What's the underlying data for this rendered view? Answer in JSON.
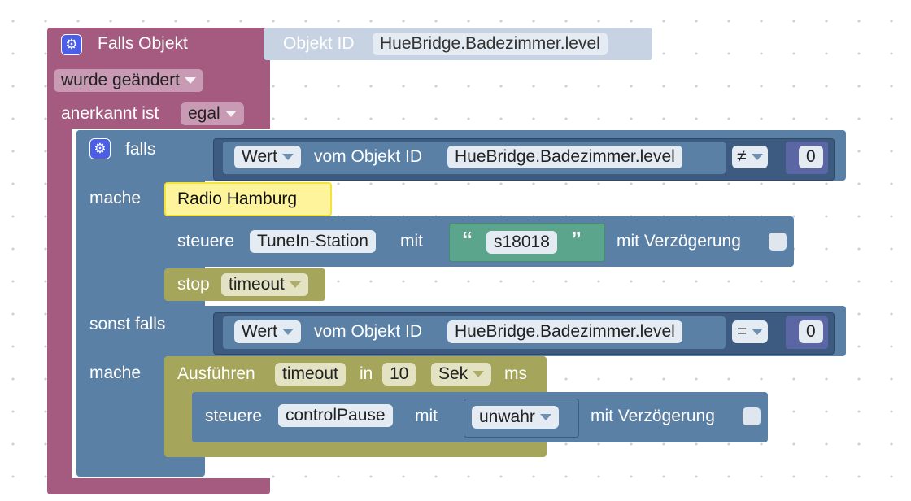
{
  "trigger": {
    "title": "Falls Objekt",
    "object_id_label": "Objekt ID",
    "object_id_value": "HueBridge.Badezimmer.level",
    "changed_select": "wurde geändert",
    "ack_label": "anerkannt ist",
    "ack_select": "egal"
  },
  "if_block": {
    "if_label": "falls",
    "do_label": "mache",
    "elseif_label": "sonst falls",
    "do2_label": "mache",
    "cond1": {
      "value_select": "Wert",
      "from_label": "vom Objekt ID",
      "object_id": "HueBridge.Badezimmer.level",
      "operator": "≠",
      "number": "0"
    },
    "cond2": {
      "value_select": "Wert",
      "from_label": "vom Objekt ID",
      "object_id": "HueBridge.Badezimmer.level",
      "operator": "=",
      "number": "0"
    }
  },
  "branch1": {
    "comment": "Radio Hamburg",
    "control_label": "steuere",
    "control_target": "TuneIn-Station",
    "with_label": "mit",
    "string_value": "s18018",
    "quote_open": "“",
    "quote_close": "”",
    "delay_label": "mit Verzögerung",
    "stop_label": "stop",
    "stop_select": "timeout"
  },
  "branch2": {
    "exec_label": "Ausführen",
    "timeout_name": "timeout",
    "in_label": "in",
    "delay_value": "10",
    "unit_select": "Sek",
    "ms_label": "ms",
    "control_label": "steuere",
    "control_target": "controlPause",
    "with_label": "mit",
    "bool_select": "unwahr",
    "delay_label": "mit Verzögerung"
  },
  "colors": {
    "event_block": "#a55b80",
    "logic_block": "#5b80a5",
    "text_block": "#5ba58c",
    "timeout_block": "#a5a55b",
    "comment": "#fef49c",
    "gear": "#4a5ee8"
  }
}
